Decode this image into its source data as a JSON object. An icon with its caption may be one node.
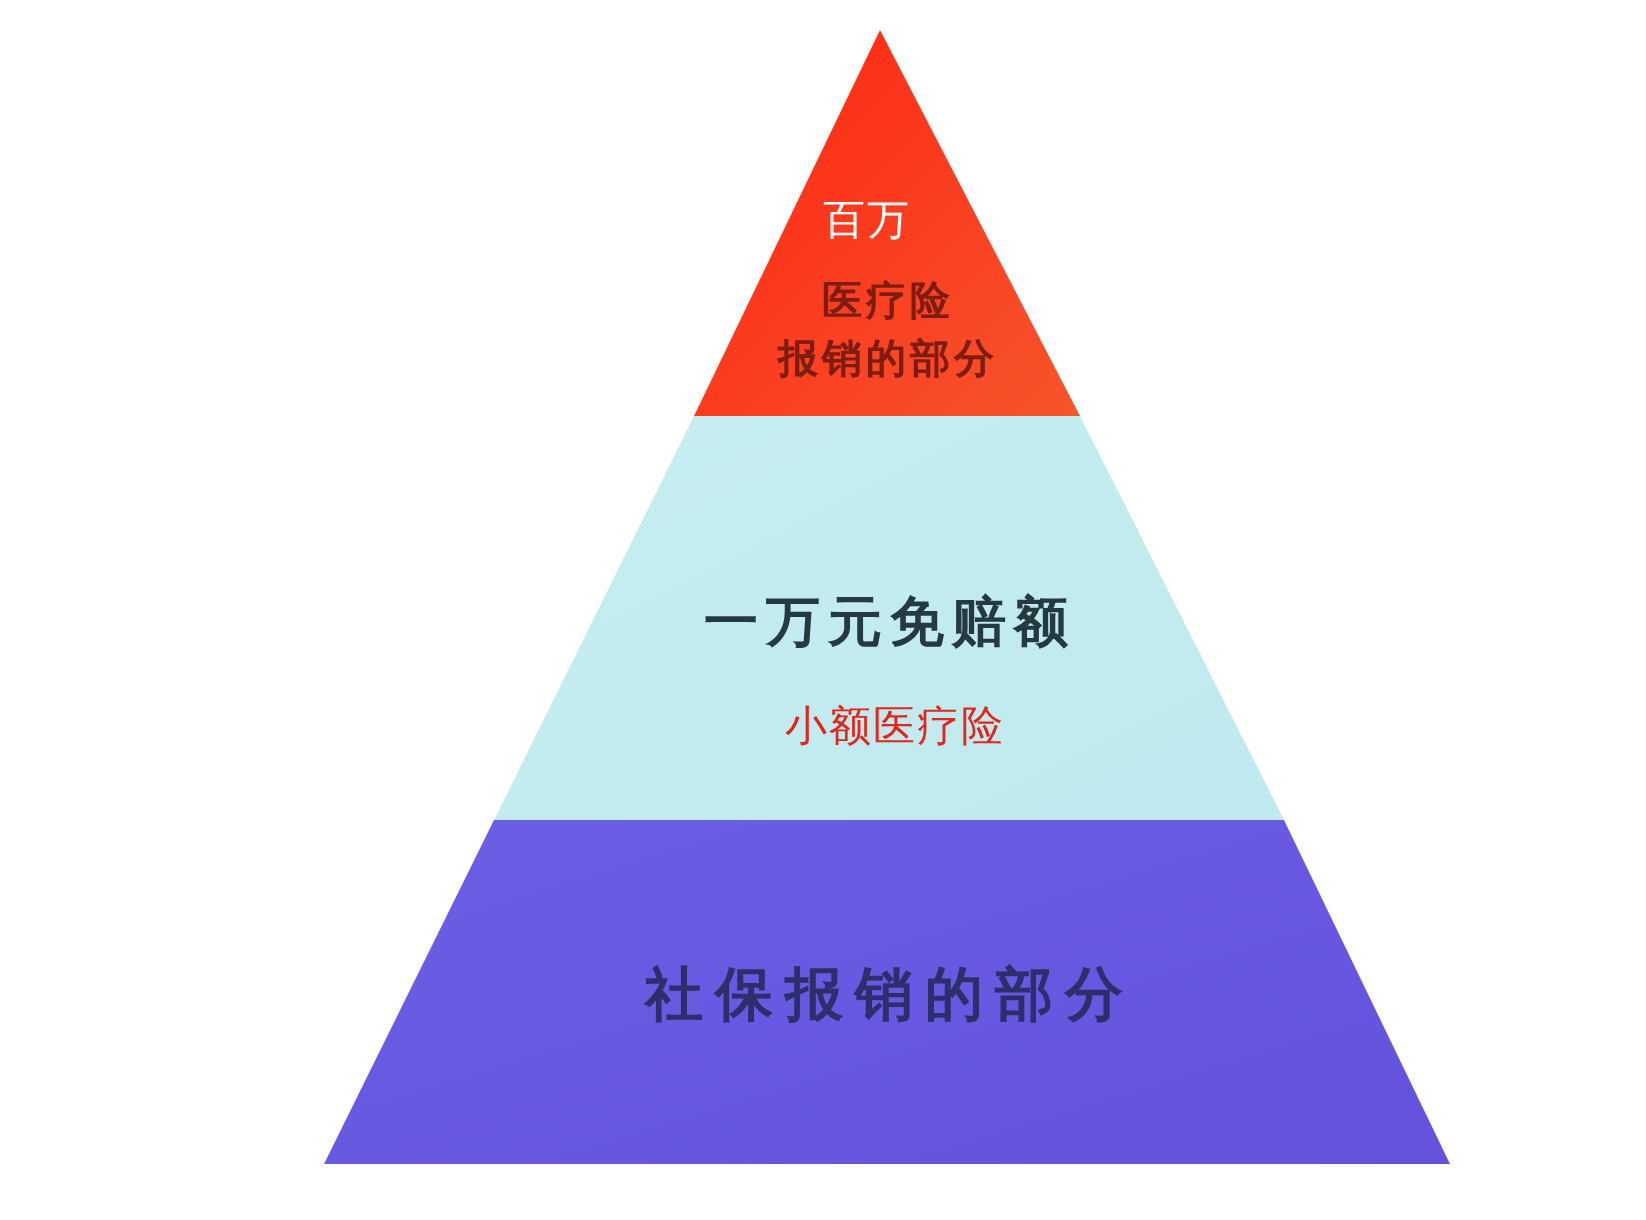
{
  "diagram": {
    "nodes": [
      {
        "text": [
          "百万",
          "医疗险报销的部分"
        ]
      },
      {
        "text": [
          "一万元免赔额",
          "小额医疗险"
        ]
      },
      {
        "text": [
          "社保报销的部分"
        ]
      }
    ]
  }
}
